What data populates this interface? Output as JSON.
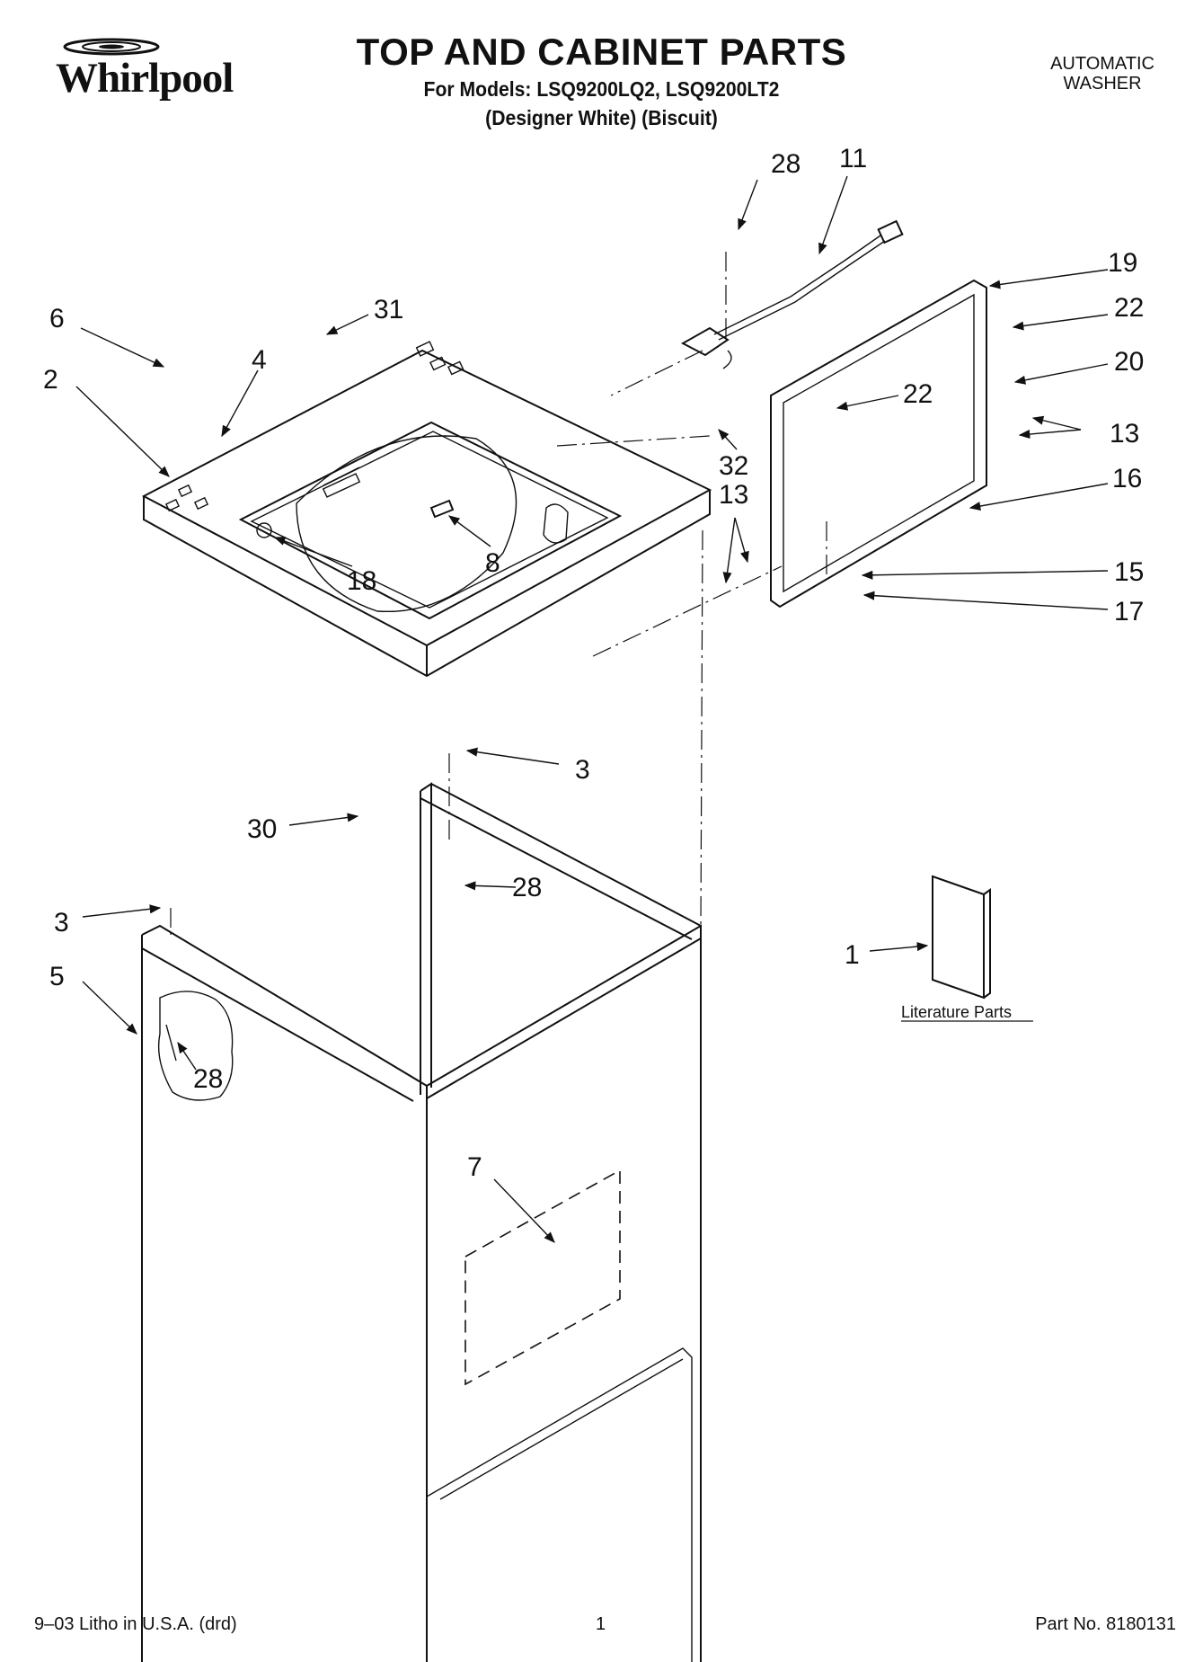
{
  "header": {
    "brand": "Whirlpool",
    "title": "TOP AND CABINET PARTS",
    "models_line": "For Models: LSQ9200LQ2, LSQ9200LT2",
    "colors_line": "(Designer White)    (Biscuit)",
    "product_line1": "AUTOMATIC",
    "product_line2": "WASHER"
  },
  "callouts": [
    "28",
    "11",
    "19",
    "22",
    "31",
    "6",
    "4",
    "2",
    "20",
    "22",
    "13",
    "16",
    "32",
    "13",
    "8",
    "18",
    "15",
    "17",
    "3",
    "30",
    "28",
    "3",
    "5",
    "28",
    "1",
    "7"
  ],
  "literature_caption": "Literature Parts",
  "footer": {
    "left": "9–03 Litho in U.S.A. (drd)",
    "center": "1",
    "right": "Part No. 8180131"
  }
}
